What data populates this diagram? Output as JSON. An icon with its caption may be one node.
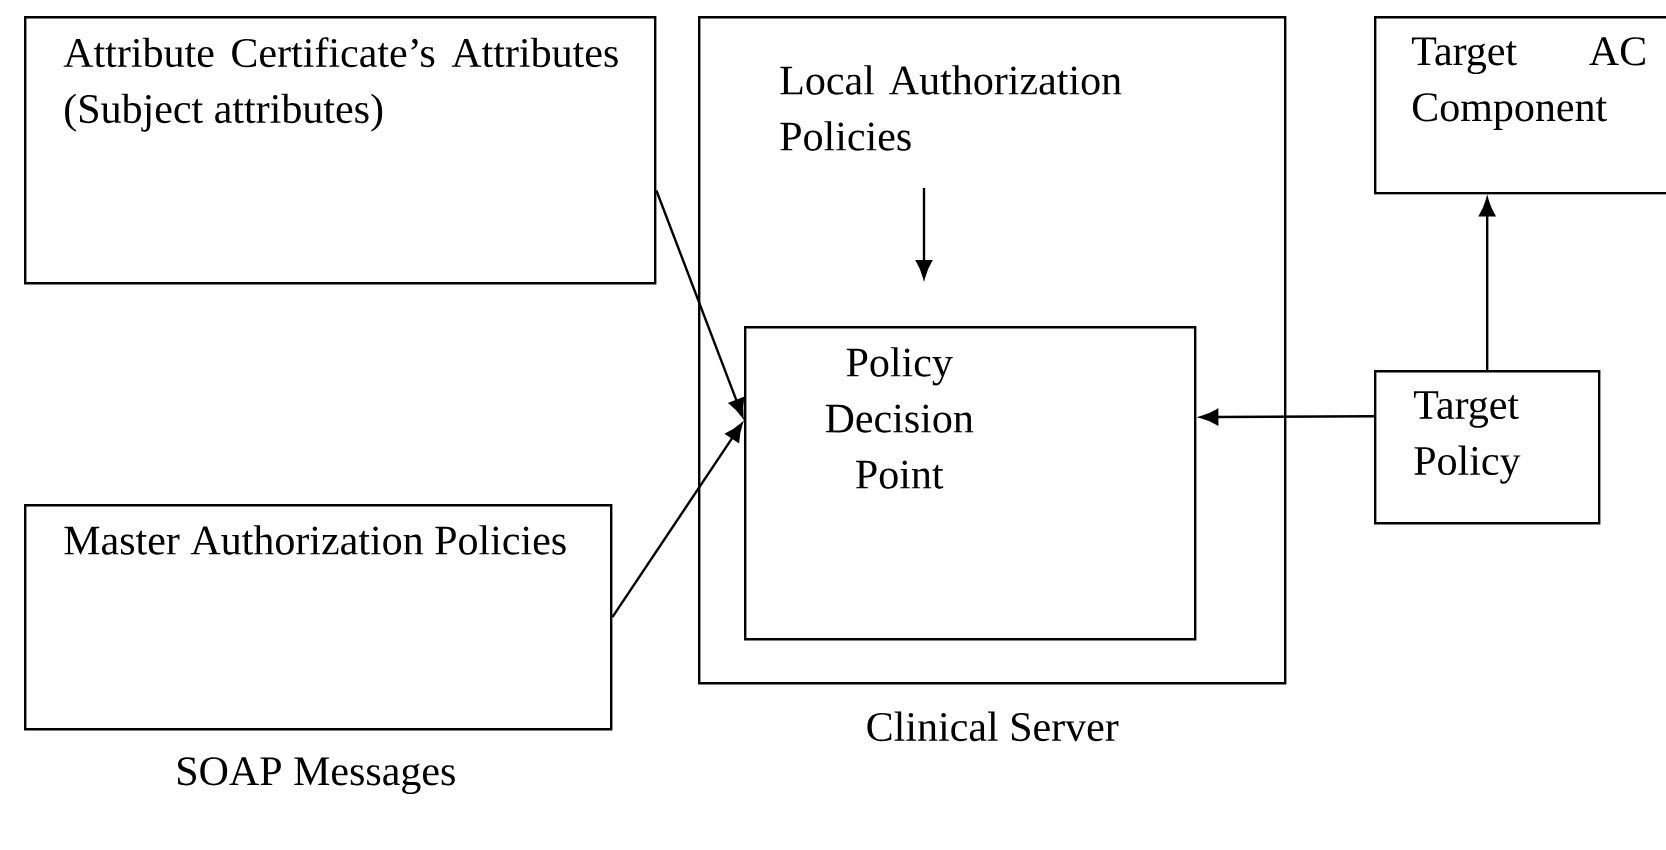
{
  "diagram": {
    "nodes": [
      {
        "text": [
          "Attribute Certificate’s Attributes (Subject attributes)"
        ]
      },
      {
        "text": [
          "Clinical Server"
        ]
      },
      {
        "text": [
          "Local Authorization Policies"
        ],
        "in": 1
      },
      {
        "text": [
          "Policy Decision Point"
        ],
        "in": 1
      },
      {
        "text": [
          "Master Authorization Policies"
        ]
      },
      {
        "text": [
          "Target AC Component"
        ]
      },
      {
        "text": [
          "Target Policy"
        ]
      }
    ],
    "edges": [
      {
        "from": 0,
        "to": 3,
        "arrow": "to"
      },
      {
        "from": 4,
        "to": 3,
        "arrow": "to"
      },
      {
        "from": 2,
        "to": 3,
        "arrow": "to"
      },
      {
        "from": 6,
        "to": 3,
        "arrow": "to"
      },
      {
        "from": 6,
        "to": 5,
        "arrow": "to"
      }
    ],
    "labels": [
      "SOAP Messages"
    ]
  }
}
